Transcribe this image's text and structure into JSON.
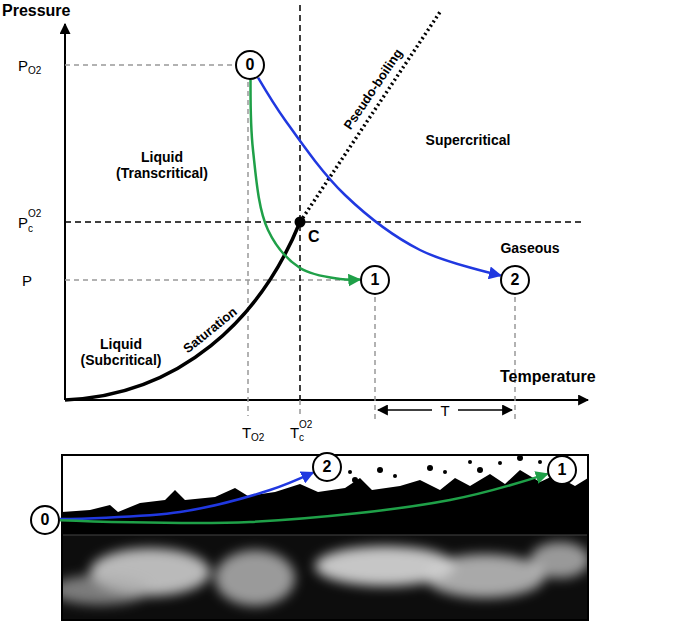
{
  "diagram": {
    "nodes": [
      {
        "text": [
          "0"
        ]
      },
      {
        "text": [
          "1"
        ]
      },
      {
        "text": [
          "2"
        ]
      },
      {
        "text": [
          "2"
        ]
      },
      {
        "text": [
          "1"
        ]
      },
      {
        "text": [
          "0"
        ]
      }
    ],
    "edges": [
      {
        "from": 0,
        "to": 1,
        "arrow": "to"
      },
      {
        "from": 0,
        "to": 2,
        "arrow": "to"
      },
      {
        "from": 5,
        "to": 3,
        "arrow": "to"
      },
      {
        "from": 5,
        "to": 4,
        "arrow": "to"
      }
    ],
    "labels": [
      "Pressure",
      "Temperature",
      "P",
      "O2",
      "P",
      "c",
      "O2",
      "P",
      "Liquid (Transcritical)",
      "Liquid (Subcritical)",
      "Saturation",
      "Pseudo-boiling",
      "Supercritical",
      "Gaseous",
      "C",
      "T",
      "O2",
      "T",
      "c",
      "O2",
      "T"
    ]
  }
}
